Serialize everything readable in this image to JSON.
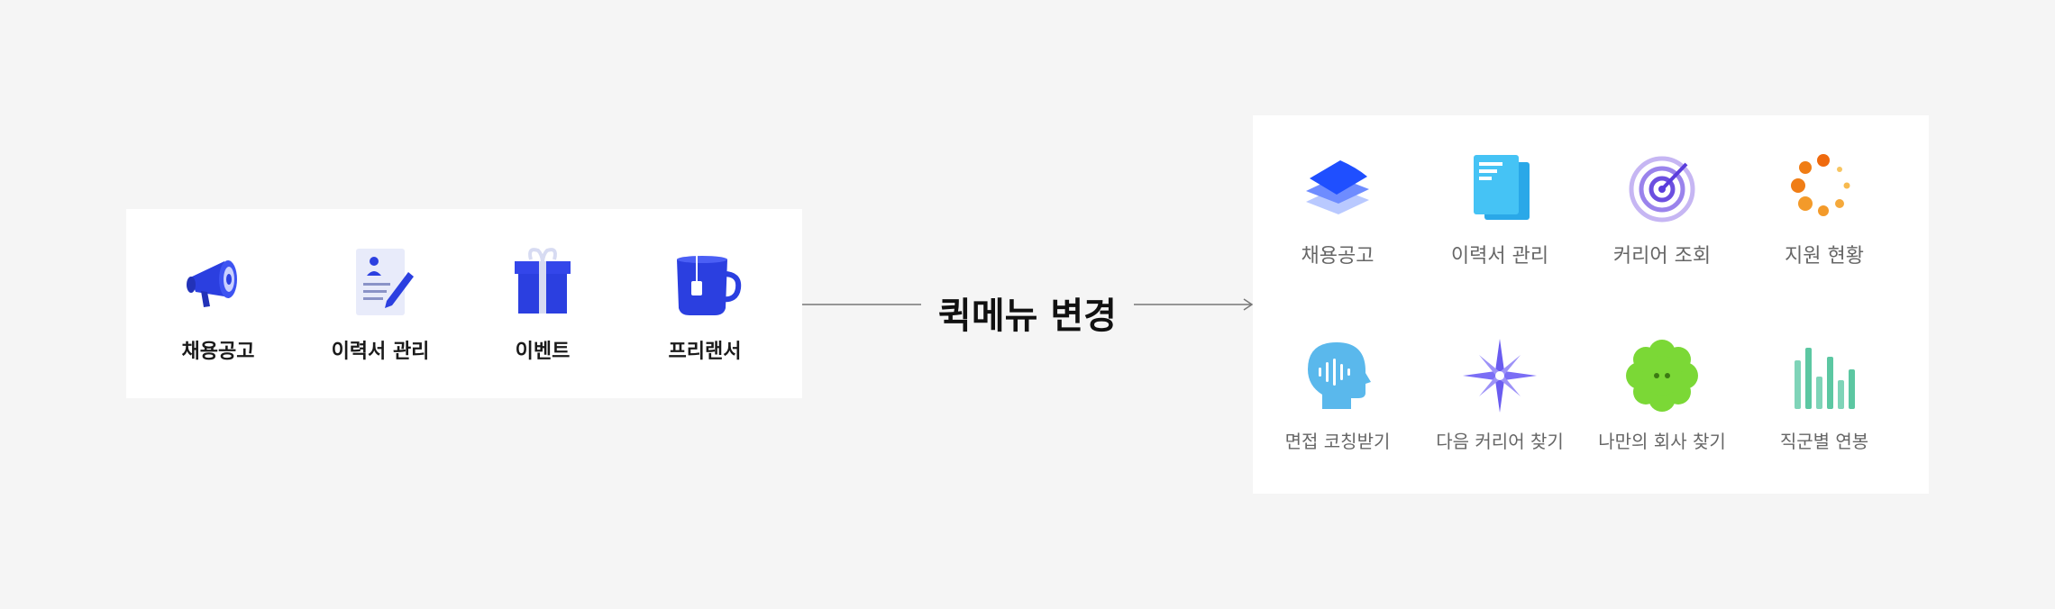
{
  "old_menu": {
    "items": [
      {
        "label": "채용공고",
        "icon": "megaphone-icon"
      },
      {
        "label": "이력서 관리",
        "icon": "resume-pen-icon"
      },
      {
        "label": "이벤트",
        "icon": "gift-icon"
      },
      {
        "label": "프리랜서",
        "icon": "mug-icon"
      }
    ]
  },
  "transition": {
    "title": "퀵메뉴 변경"
  },
  "new_menu": {
    "items": [
      {
        "label": "채용공고",
        "icon": "layers-icon"
      },
      {
        "label": "이력서 관리",
        "icon": "document-icon"
      },
      {
        "label": "커리어 조회",
        "icon": "target-icon"
      },
      {
        "label": "지원 현황",
        "icon": "loading-dots-icon"
      },
      {
        "label": "면접 코칭받기",
        "icon": "head-voice-icon"
      },
      {
        "label": "다음 커리어 찾기",
        "icon": "compass-star-icon"
      },
      {
        "label": "나만의 회사 찾기",
        "icon": "flower-face-icon"
      },
      {
        "label": "직군별 연봉",
        "icon": "bar-chart-icon"
      }
    ]
  },
  "colors": {
    "old_icon_blue": "#2b3fe0",
    "background": "#f5f5f5",
    "panel": "#ffffff"
  }
}
